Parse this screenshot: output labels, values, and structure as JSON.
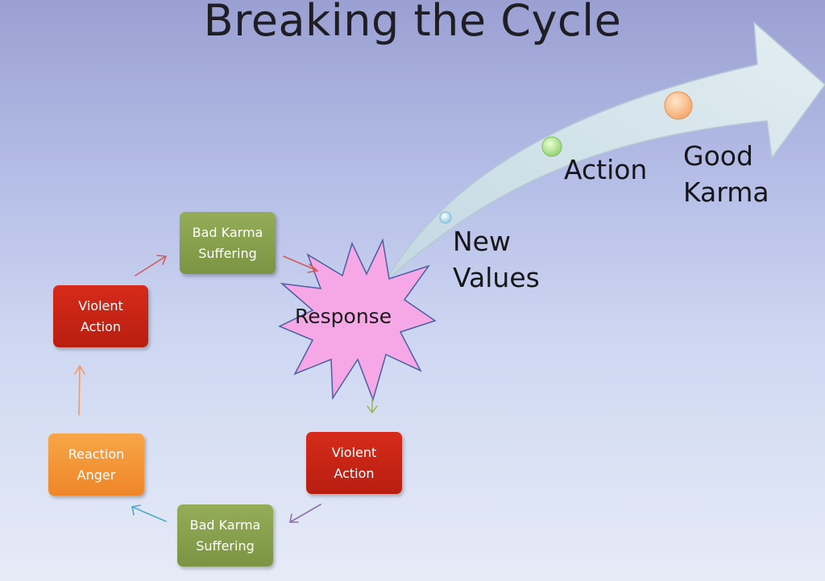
{
  "slide": {
    "title": "Breaking the Cycle"
  },
  "cycle": {
    "top": {
      "line1": "Bad Karma",
      "line2": "Suffering"
    },
    "left_top": {
      "line1": "Violent",
      "line2": "Action"
    },
    "left_bottom": {
      "line1": "Reaction",
      "line2": "Anger"
    },
    "bottom": {
      "line1": "Bad Karma",
      "line2": "Suffering"
    },
    "right_bottom": {
      "line1": "Violent",
      "line2": "Action"
    }
  },
  "burst": {
    "label": "Response"
  },
  "path": {
    "new_values": {
      "line1": "New",
      "line2": "Values"
    },
    "action": "Action",
    "good_karma": {
      "line1": "Good",
      "line2": "Karma"
    }
  },
  "colors": {
    "box_green": "#86a04d",
    "box_red": "#c82415",
    "box_orange": "#f4962f",
    "burst_fill": "#f6a8e6",
    "big_arrow": "#d9e8ee"
  }
}
